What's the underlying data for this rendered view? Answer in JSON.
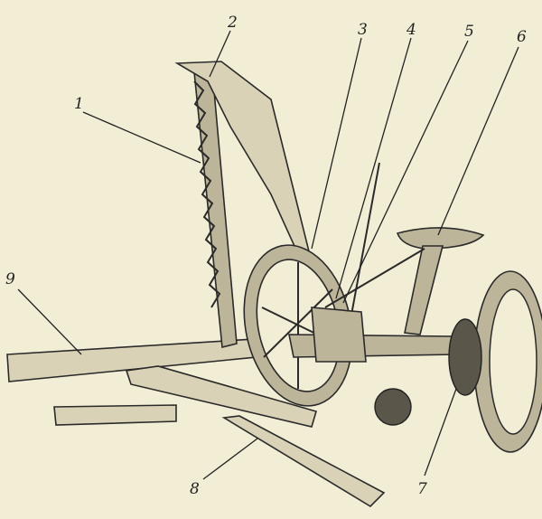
{
  "labels": [
    "1",
    "2",
    "3",
    "4",
    "5",
    "6",
    "7",
    "8",
    "9"
  ],
  "colors": {
    "paper": "#f2eed6",
    "ink": "#2a2a2a"
  }
}
